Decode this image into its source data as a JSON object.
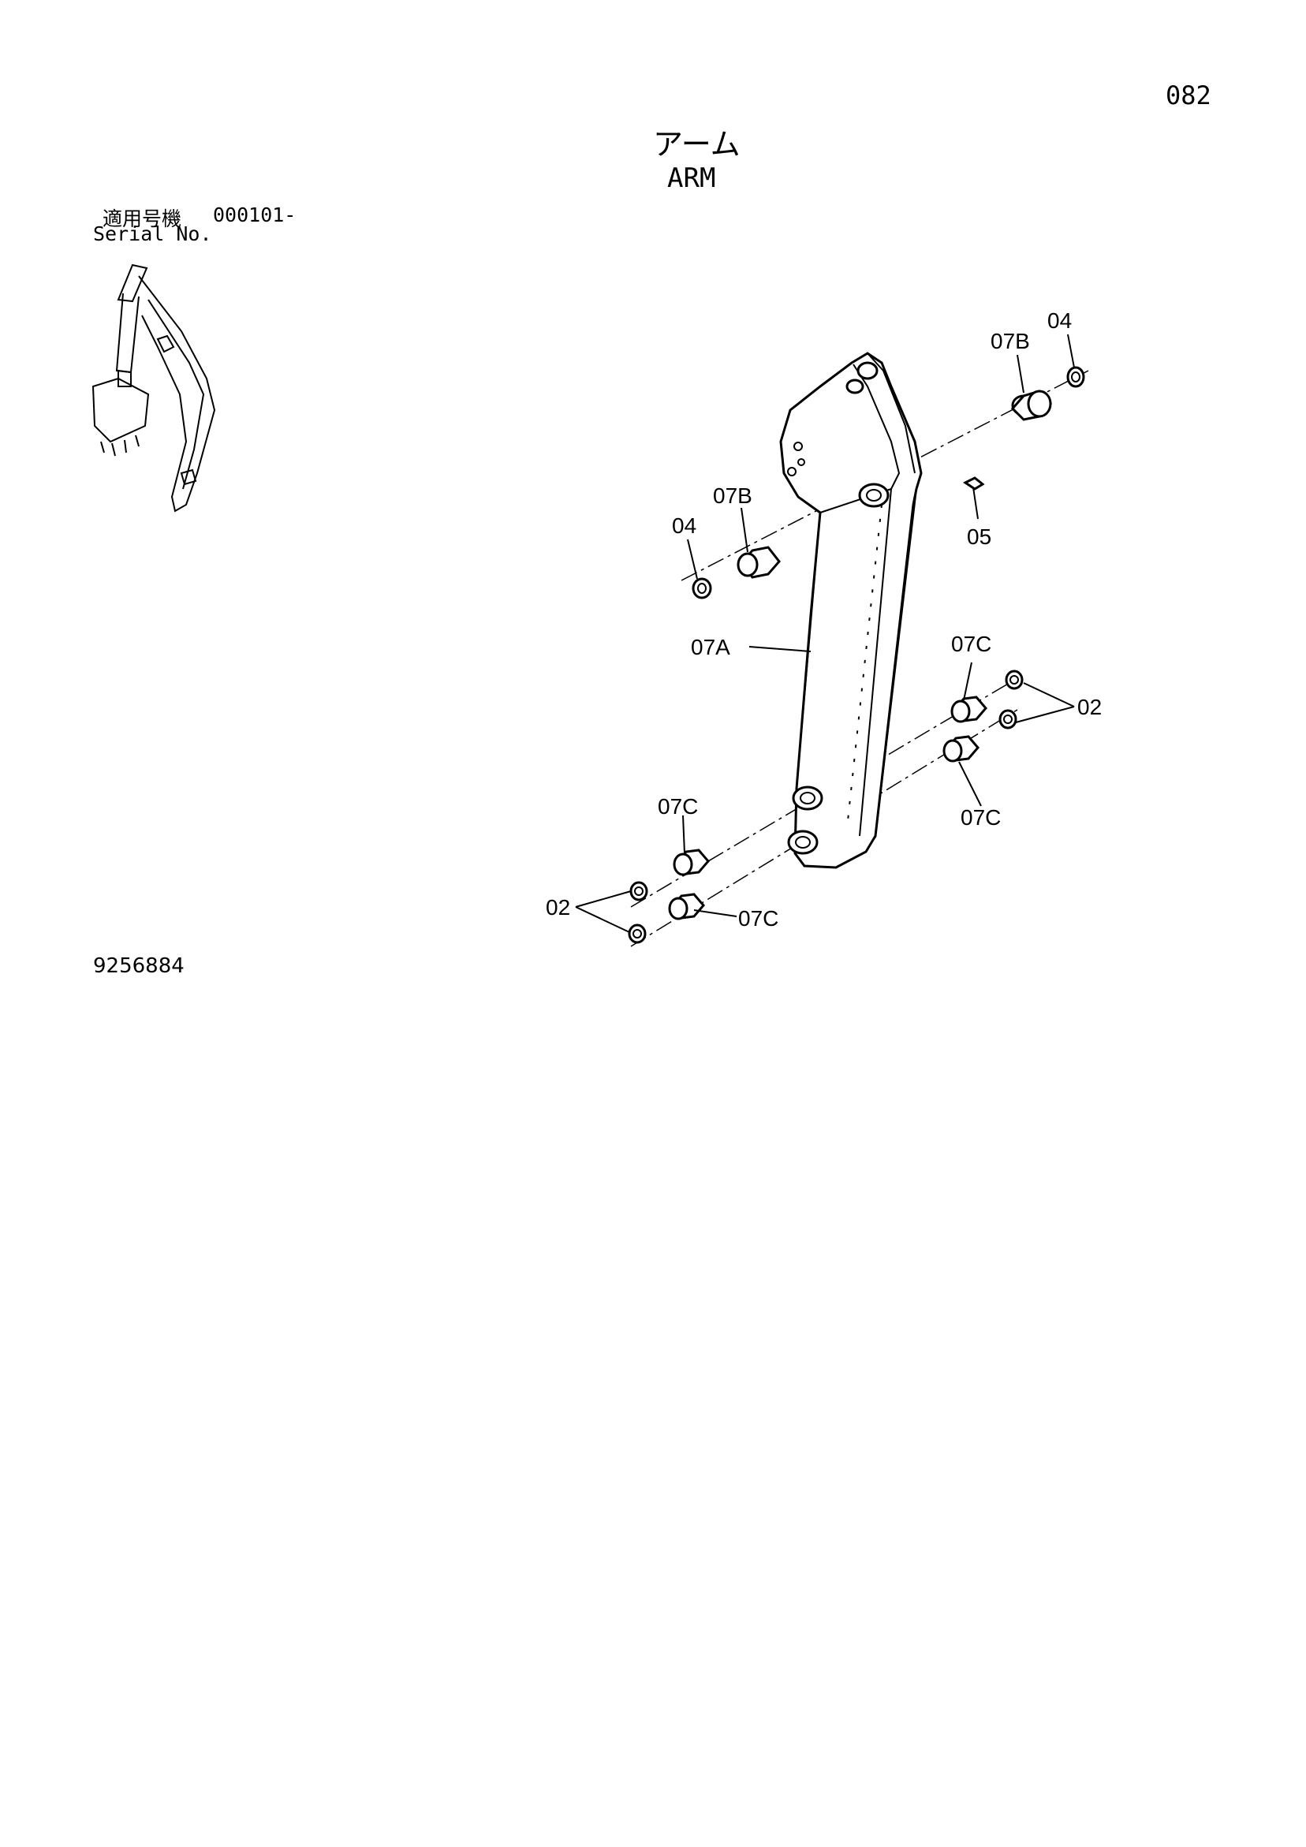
{
  "page_number": "082",
  "title": {
    "ja": "アーム",
    "en": "ARM"
  },
  "serial": {
    "ja_label": "適用号機",
    "range": "000101-",
    "en_label": "Serial No."
  },
  "drawing_number": "9256884",
  "callouts": {
    "c04_upper": "04",
    "c07B_upper": "07B",
    "c05": "05",
    "c07B_left": "07B",
    "c04_left": "04",
    "c07A": "07A",
    "c07C_upper_right": "07C",
    "c02_right": "02",
    "c07C_lower_right": "07C",
    "c07C_left_upper": "07C",
    "c02_left": "02",
    "c07C_left_lower": "07C"
  }
}
